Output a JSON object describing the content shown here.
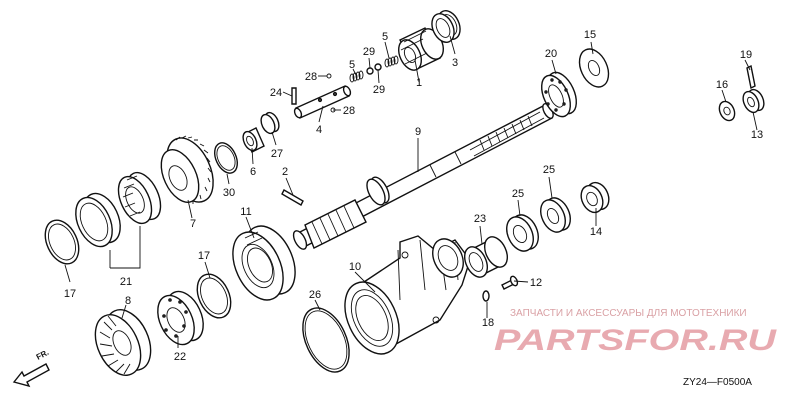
{
  "diagram": {
    "code": "ZY24—F0500A",
    "direction_label": "FR.",
    "watermark": {
      "text": "ЗАПЧАСТИ И АКСЕССУАРЫ ДЛЯ МОТОТЕХНИКИ",
      "logo": "PARTSFOR.RU"
    },
    "callouts": [
      {
        "id": "c1",
        "label": "1"
      },
      {
        "id": "c2",
        "label": "2"
      },
      {
        "id": "c3",
        "label": "3"
      },
      {
        "id": "c4",
        "label": "4"
      },
      {
        "id": "c5a",
        "label": "5"
      },
      {
        "id": "c5b",
        "label": "5"
      },
      {
        "id": "c6",
        "label": "6"
      },
      {
        "id": "c7",
        "label": "7"
      },
      {
        "id": "c8",
        "label": "8"
      },
      {
        "id": "c9",
        "label": "9"
      },
      {
        "id": "c10",
        "label": "10"
      },
      {
        "id": "c11",
        "label": "11"
      },
      {
        "id": "c12",
        "label": "12"
      },
      {
        "id": "c13",
        "label": "13"
      },
      {
        "id": "c14",
        "label": "14"
      },
      {
        "id": "c15",
        "label": "15"
      },
      {
        "id": "c16",
        "label": "16"
      },
      {
        "id": "c17a",
        "label": "17"
      },
      {
        "id": "c17b",
        "label": "17"
      },
      {
        "id": "c18",
        "label": "18"
      },
      {
        "id": "c19",
        "label": "19"
      },
      {
        "id": "c20",
        "label": "20"
      },
      {
        "id": "c21",
        "label": "21"
      },
      {
        "id": "c22",
        "label": "22"
      },
      {
        "id": "c23",
        "label": "23"
      },
      {
        "id": "c24",
        "label": "24"
      },
      {
        "id": "c25a",
        "label": "25"
      },
      {
        "id": "c25b",
        "label": "25"
      },
      {
        "id": "c26",
        "label": "26"
      },
      {
        "id": "c27",
        "label": "27"
      },
      {
        "id": "c28a",
        "label": "28"
      },
      {
        "id": "c28b",
        "label": "28"
      },
      {
        "id": "c29a",
        "label": "29"
      },
      {
        "id": "c29b",
        "label": "29"
      },
      {
        "id": "c30",
        "label": "30"
      }
    ]
  }
}
